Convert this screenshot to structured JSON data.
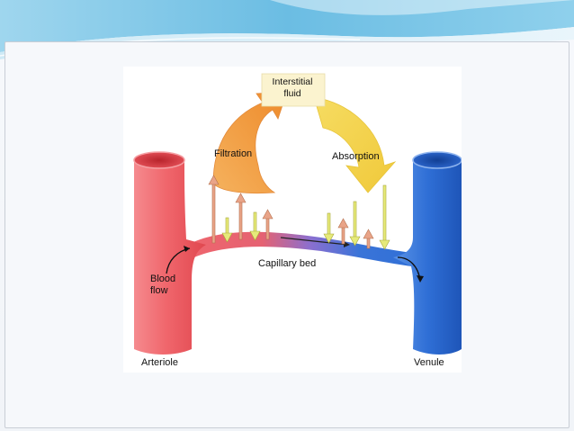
{
  "diagram": {
    "interstitial_line1": "Interstitial",
    "interstitial_line2": "fluid",
    "filtration": "Filtration",
    "absorption": "Absorption",
    "capillary_bed": "Capillary bed",
    "blood_line1": "Blood",
    "blood_line2": "flow",
    "arteriole": "Arteriole",
    "venule": "Venule"
  },
  "colors": {
    "arteriole": "#f0666c",
    "venule": "#2f6fd6",
    "filtration_arrow": "#f29a3a",
    "absorption_arrow": "#f2d84a",
    "filtration_small_arrow": "#e9a488",
    "absorption_small_arrow": "#e6ea7a",
    "header_wave": "#7cc3e3"
  }
}
